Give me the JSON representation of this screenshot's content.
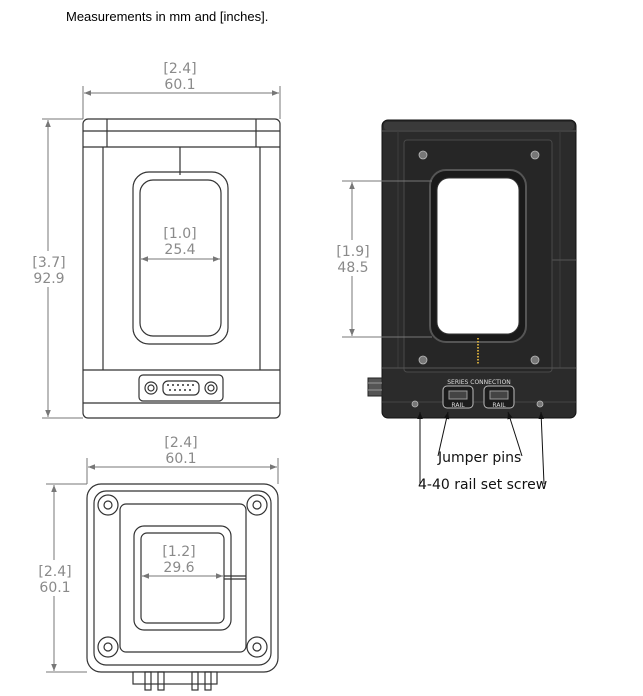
{
  "caption": "Measurements in mm and [inches].",
  "front_view": {
    "overall_width": {
      "inches": "[2.4]",
      "mm": "60.1"
    },
    "overall_height": {
      "inches": "[3.7]",
      "mm": "92.9"
    },
    "aperture_width": {
      "inches": "[1.0]",
      "mm": "25.4"
    }
  },
  "rear_view": {
    "aperture_height": {
      "inches": "[1.9]",
      "mm": "48.5"
    },
    "connector_label": "SERIES CONNECTION",
    "port_left_label": "RAIL",
    "port_right_label": "RAIL",
    "callout_jumper": "Jumper pins",
    "callout_screw": "4-40 rail set screw"
  },
  "bottom_view": {
    "overall_width": {
      "inches": "[2.4]",
      "mm": "60.1"
    },
    "overall_depth": {
      "inches": "[2.4]",
      "mm": "60.1"
    },
    "aperture_width": {
      "inches": "[1.2]",
      "mm": "29.6"
    }
  }
}
